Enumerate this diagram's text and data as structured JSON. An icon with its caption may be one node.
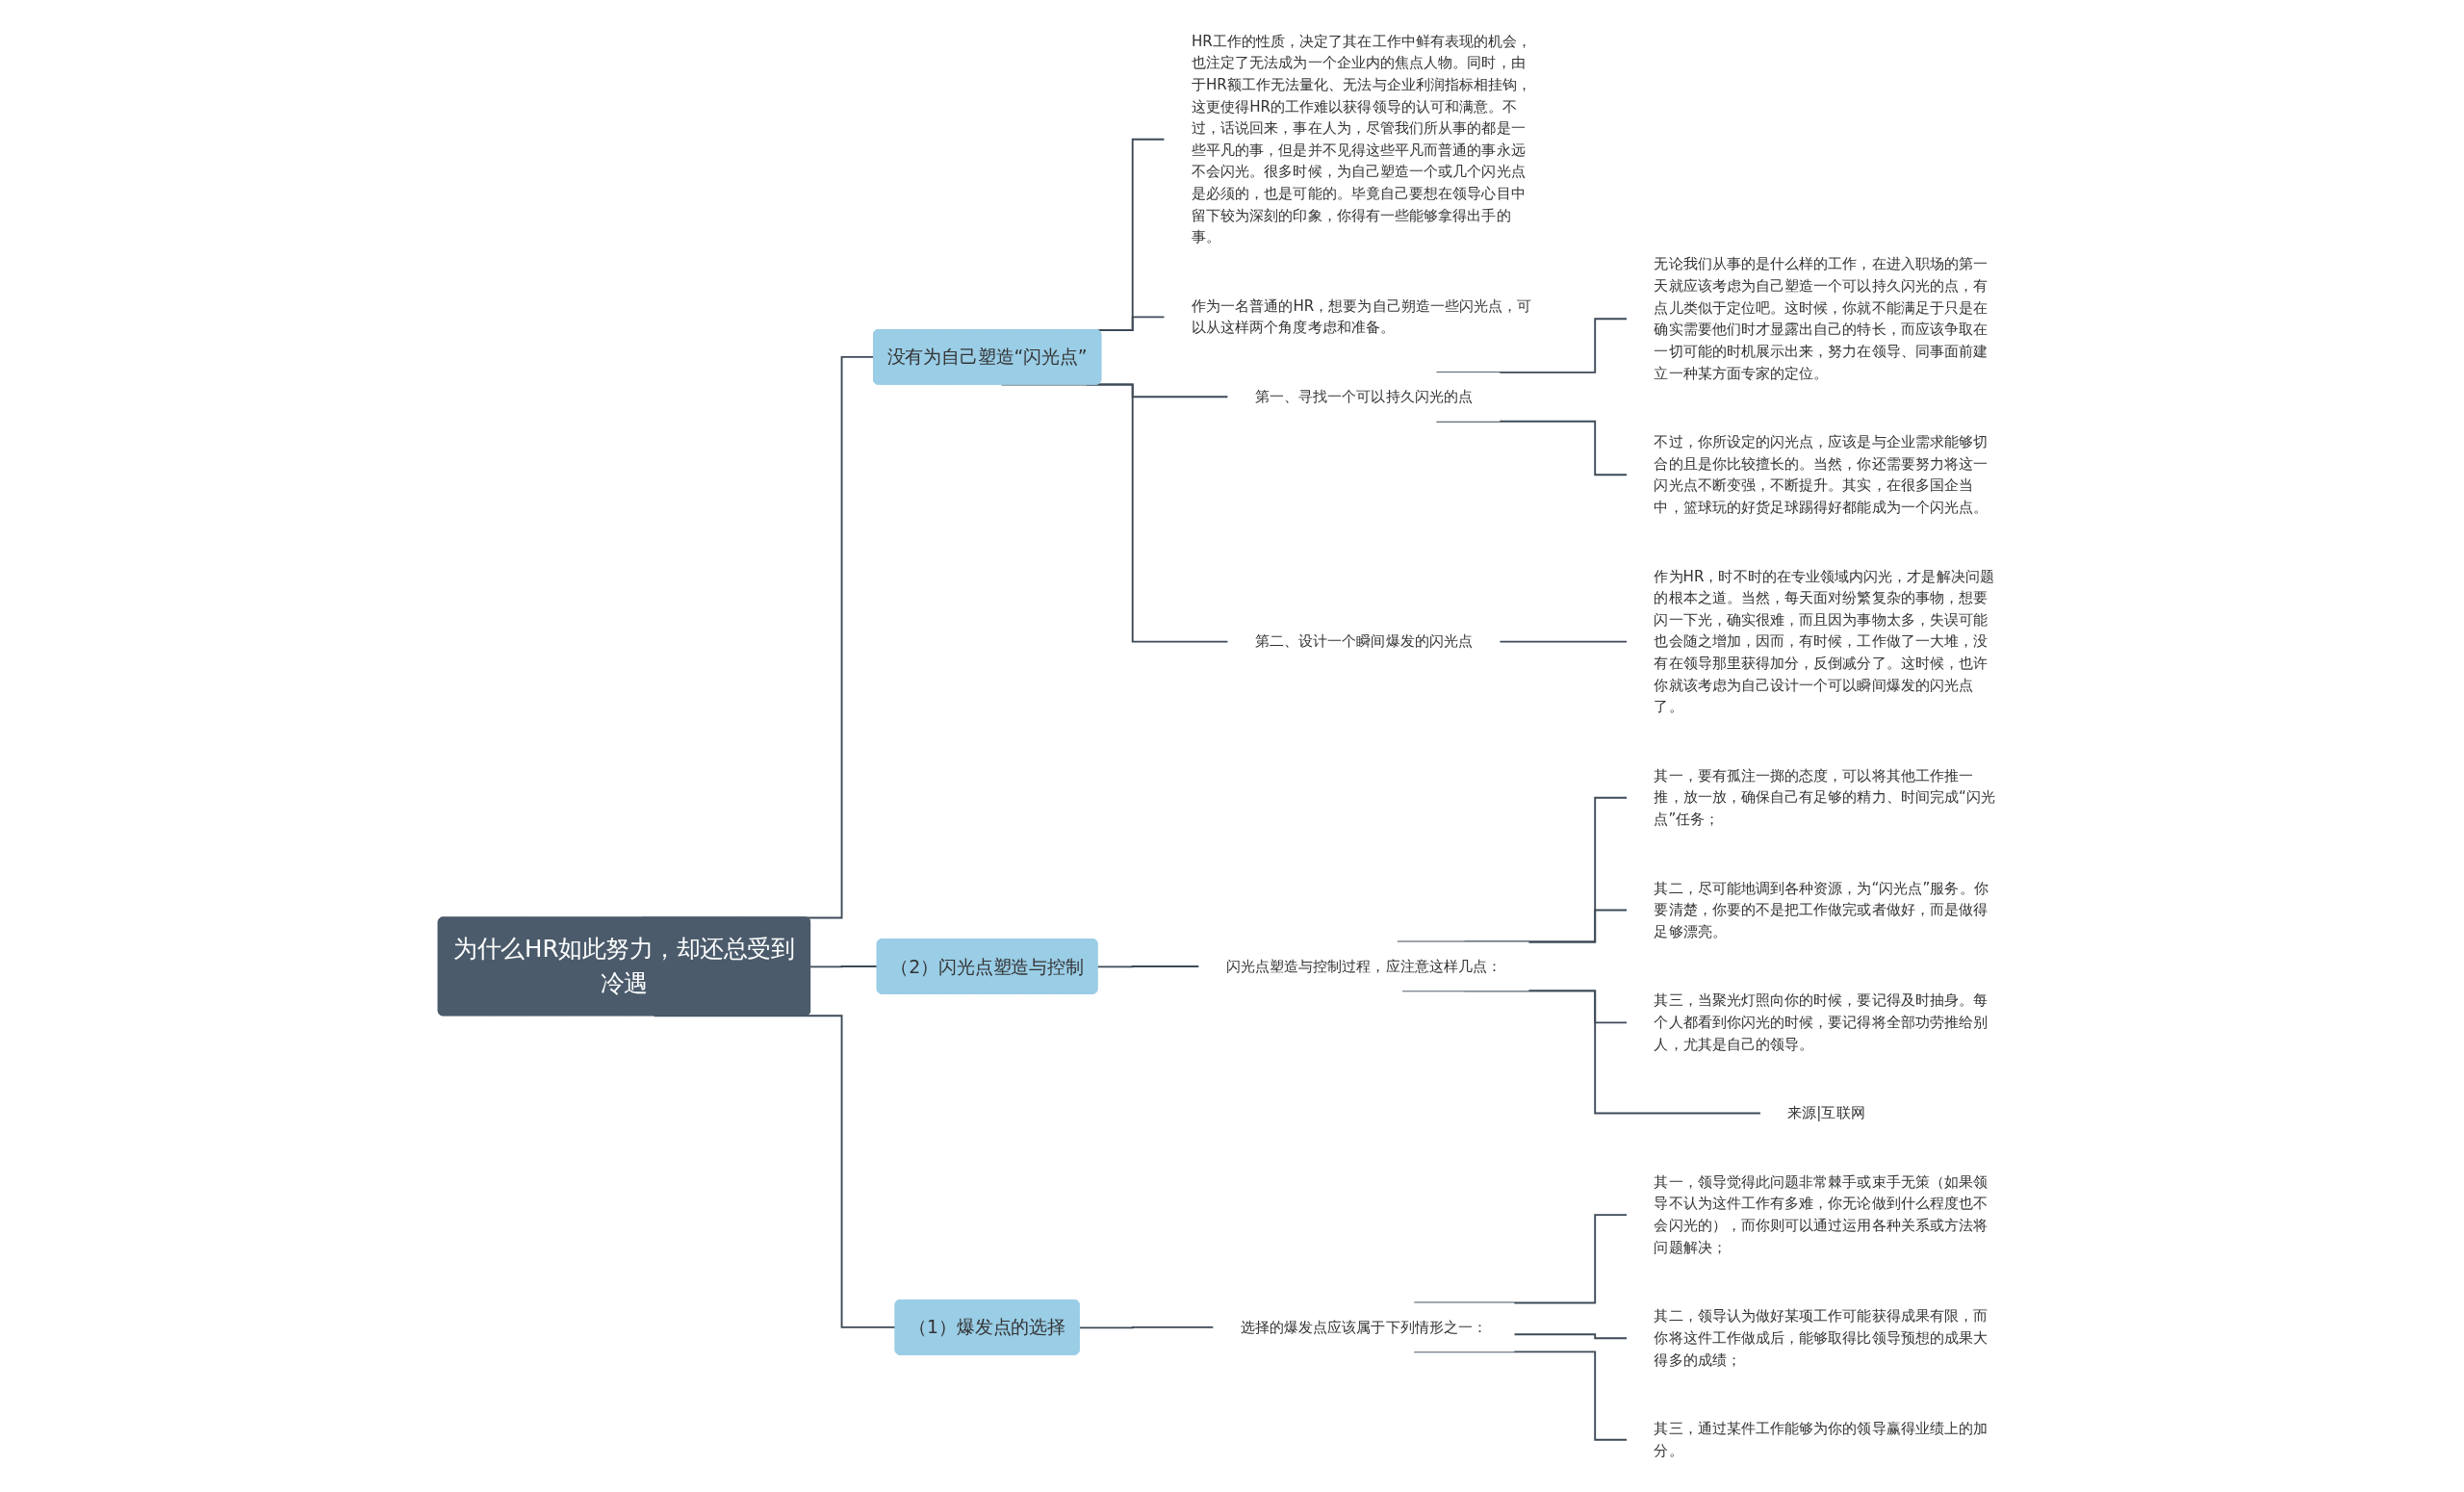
{
  "diagram": {
    "nodes": [
      {
        "text": [
          "为什么HR如此努力，却还总受到冷遇"
        ]
      },
      {
        "text": [
          "没有为自己塑造“闪光点”"
        ]
      },
      {
        "text": [
          "HR工作的性质，决定了其在工作中鲜有表现的机会，也注定了无法成为一个企业内的焦点人物。同时，由于HR额工作无法量化、无法与企业利润指标相挂钩，这更使得HR的工作难以获得领导的认可和满意。不过，话说回来，事在人为，尽管我们所从事的都是一些平凡的事，但是并不见得这些平凡而普通的事永远不会闪光。很多时候，为自己塑造一个或几个闪光点是必须的，也是可能的。毕竟自己要想在领导心目中留下较为深刻的印象，你得有一些能够拿得出手的事。"
        ]
      },
      {
        "text": [
          "作为一名普通的HR，想要为自己朔造一些闪光点，可以从这样两个角度考虑和准备。"
        ]
      },
      {
        "text": [
          "第一、寻找一个可以持久闪光的点"
        ]
      },
      {
        "text": [
          "无论我们从事的是什么样的工作，在进入职场的第一天就应该考虑为自己塑造一个可以持久闪光的点，有点儿类似于定位吧。这时候，你就不能满足于只是在确实需要他们时才显露出自己的特长，而应该争取在一切可能的时机展示出来，努力在领导、同事面前建立一种某方面专家的定位。"
        ]
      },
      {
        "text": [
          "不过，你所设定的闪光点，应该是与企业需求能够切合的且是你比较擅长的。当然，你还需要努力将这一闪光点不断变强，不断提升。其实，在很多国企当中，篮球玩的好货足球踢得好都能成为一个闪光点。"
        ]
      },
      {
        "text": [
          "第二、设计一个瞬间爆发的闪光点"
        ]
      },
      {
        "text": [
          "作为HR，时不时的在专业领域内闪光，才是解决问题的根本之道。当然，每天面对纷繁复杂的事物，想要闪一下光，确实很难，而且因为事物太多，失误可能也会随之增加，因而，有时候，工作做了一大堆，没有在领导那里获得加分，反倒减分了。这时候，也许你就该考虑为自己设计一个可以瞬间爆发的闪光点了。"
        ]
      },
      {
        "text": [
          "（2）闪光点塑造与控制"
        ]
      },
      {
        "text": [
          "闪光点塑造与控制过程，应注意这样几点："
        ]
      },
      {
        "text": [
          "其一，要有孤注一掷的态度，可以将其他工作推一推，放一放，确保自己有足够的精力、时间完成“闪光点”任务；"
        ]
      },
      {
        "text": [
          "其二，尽可能地调到各种资源，为“闪光点”服务。你要清楚，你要的不是把工作做完或者做好，而是做得足够漂亮。"
        ]
      },
      {
        "text": [
          "其三，当聚光灯照向你的时候，要记得及时抽身。每个人都看到你闪光的时候，要记得将全部功劳推给别人，尤其是自己的领导。"
        ]
      },
      {
        "text": [
          "来源|互联网"
        ]
      },
      {
        "text": [
          "（1）爆发点的选择"
        ]
      },
      {
        "text": [
          "选择的爆发点应该属于下列情形之一："
        ]
      },
      {
        "text": [
          "其一，领导觉得此问题非常棘手或束手无策（如果领导不认为这件工作有多难，你无论做到什么程度也不会闪光的），而你则可以通过运用各种关系或方法将问题解决；"
        ]
      },
      {
        "text": [
          "其二，领导认为做好某项工作可能获得成果有限，而你将这件工作做成后，能够取得比领导预想的成果大得多的成绩；"
        ]
      },
      {
        "text": [
          "其三，通过某件工作能够为你的领导赢得业绩上的加分。"
        ]
      }
    ],
    "edges": [
      {
        "from": 0,
        "to": 1,
        "arrow": "none"
      },
      {
        "from": 1,
        "to": 2,
        "arrow": "none"
      },
      {
        "from": 1,
        "to": 3,
        "arrow": "none"
      },
      {
        "from": 1,
        "to": 4,
        "arrow": "none"
      },
      {
        "from": 4,
        "to": 5,
        "arrow": "none"
      },
      {
        "from": 4,
        "to": 6,
        "arrow": "none"
      },
      {
        "from": 1,
        "to": 7,
        "arrow": "none"
      },
      {
        "from": 7,
        "to": 8,
        "arrow": "none"
      },
      {
        "from": 0,
        "to": 9,
        "arrow": "none"
      },
      {
        "from": 9,
        "to": 10,
        "arrow": "none"
      },
      {
        "from": 10,
        "to": 11,
        "arrow": "none"
      },
      {
        "from": 10,
        "to": 12,
        "arrow": "none"
      },
      {
        "from": 10,
        "to": 13,
        "arrow": "none"
      },
      {
        "from": 10,
        "to": 14,
        "arrow": "none"
      },
      {
        "from": 0,
        "to": 15,
        "arrow": "none"
      },
      {
        "from": 15,
        "to": 16,
        "arrow": "none"
      },
      {
        "from": 16,
        "to": 17,
        "arrow": "none"
      },
      {
        "from": 16,
        "to": 18,
        "arrow": "none"
      },
      {
        "from": 16,
        "to": 19,
        "arrow": "none"
      }
    ]
  }
}
